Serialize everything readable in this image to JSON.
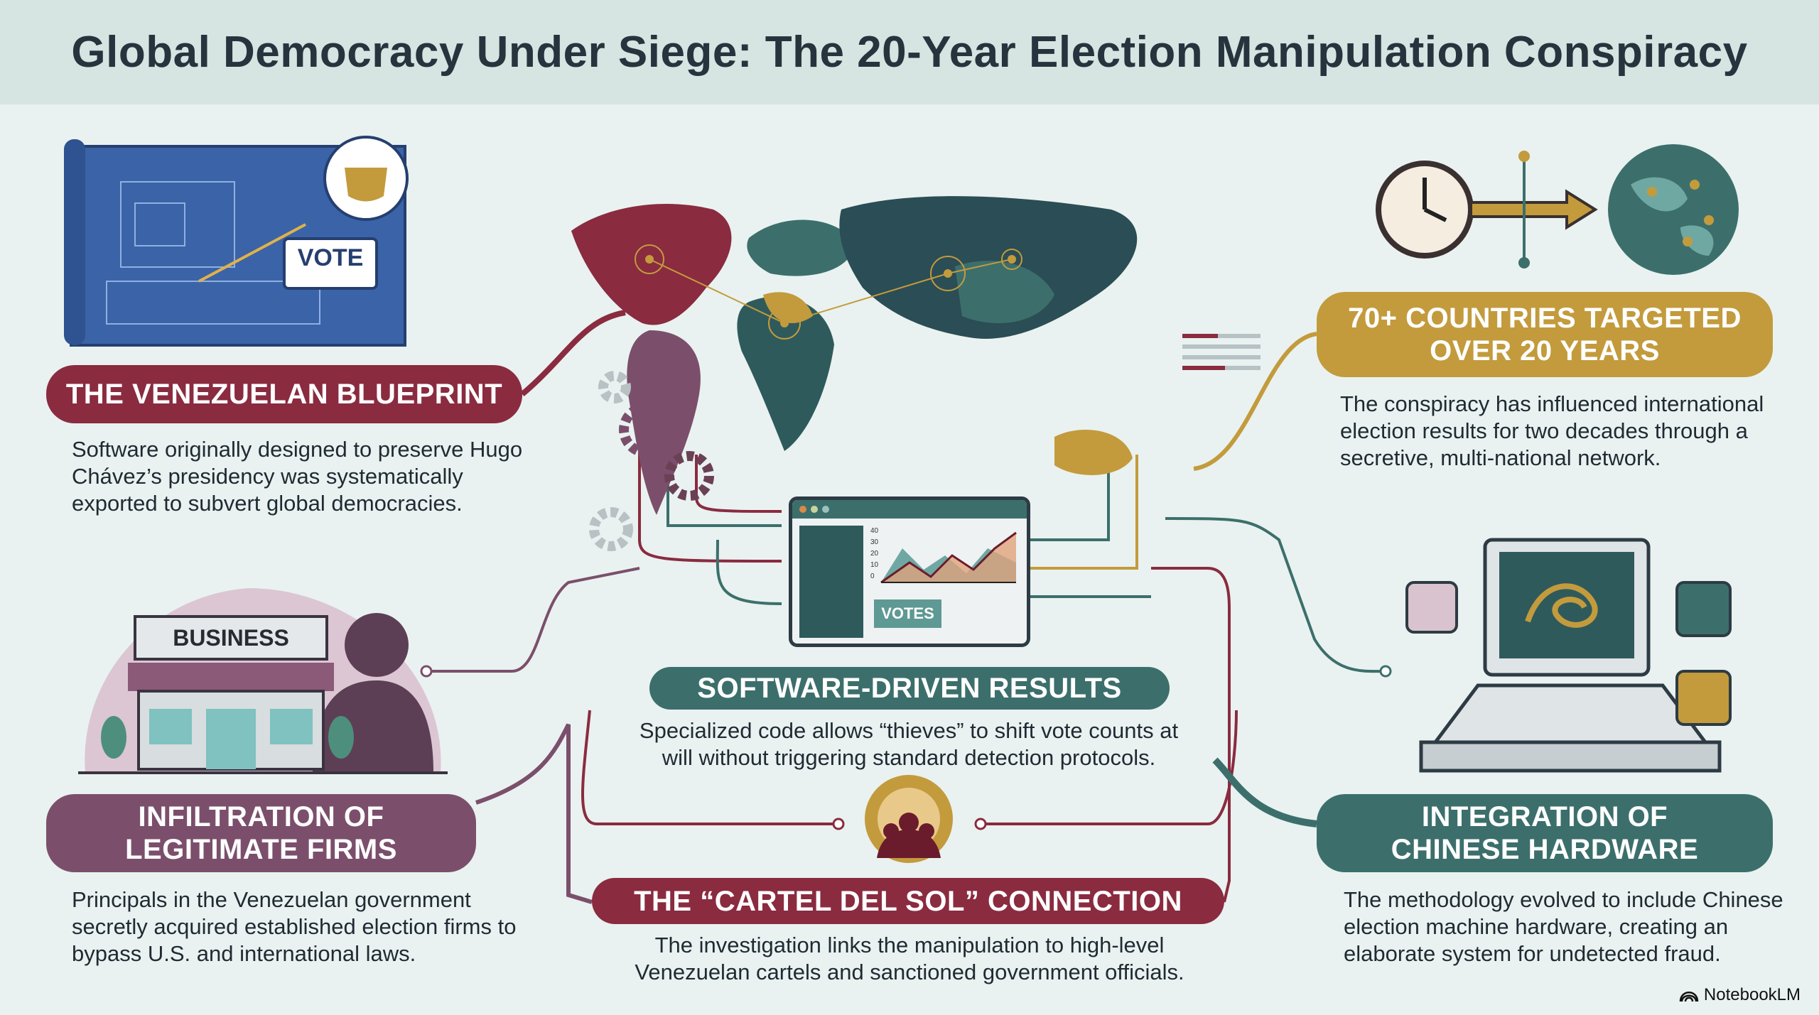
{
  "title": "Global Democracy Under Siege: The 20-Year Election Manipulation Conspiracy",
  "sections": {
    "blueprint": {
      "heading": "THE VENEZUELAN BLUEPRINT",
      "text": "Software originally designed to preserve Hugo Chávez’s presidency was systematically exported to subvert global democracies.",
      "sign": "VOTE"
    },
    "infiltration": {
      "heading_line1": "INFILTRATION OF",
      "heading_line2": "LEGITIMATE FIRMS",
      "text": "Principals in the Venezuelan government secretly acquired established election firms to bypass U.S. and international laws.",
      "sign": "BUSINESS"
    },
    "software": {
      "heading": "SOFTWARE-DRIVEN RESULTS",
      "text": "Specialized code allows “thieves” to shift vote counts at will without triggering standard detection protocols.",
      "screen_label": "VOTES",
      "y_ticks": [
        "40",
        "30",
        "20",
        "10",
        "0"
      ]
    },
    "cartel": {
      "heading": "THE “CARTEL DEL SOL” CONNECTION",
      "text": "The investigation links the manipulation to high-level Venezuelan cartels and sanctioned government officials."
    },
    "countries": {
      "heading_line1": "70+ COUNTRIES TARGETED",
      "heading_line2": "OVER 20 YEARS",
      "text": "The conspiracy has influenced international election results for two decades through a secretive, multi-national network."
    },
    "hardware": {
      "heading_line1": "INTEGRATION OF",
      "heading_line2": "CHINESE HARDWARE",
      "text": "The methodology evolved to include Chinese election machine hardware, creating an elaborate system for undetected fraud."
    }
  },
  "brand": "NotebookLM",
  "colors": {
    "crimson": "#8a2b40",
    "purple": "#7b4f6b",
    "teal": "#3c6f6c",
    "gold": "#c39b3d",
    "background": "#e9f2f0"
  }
}
